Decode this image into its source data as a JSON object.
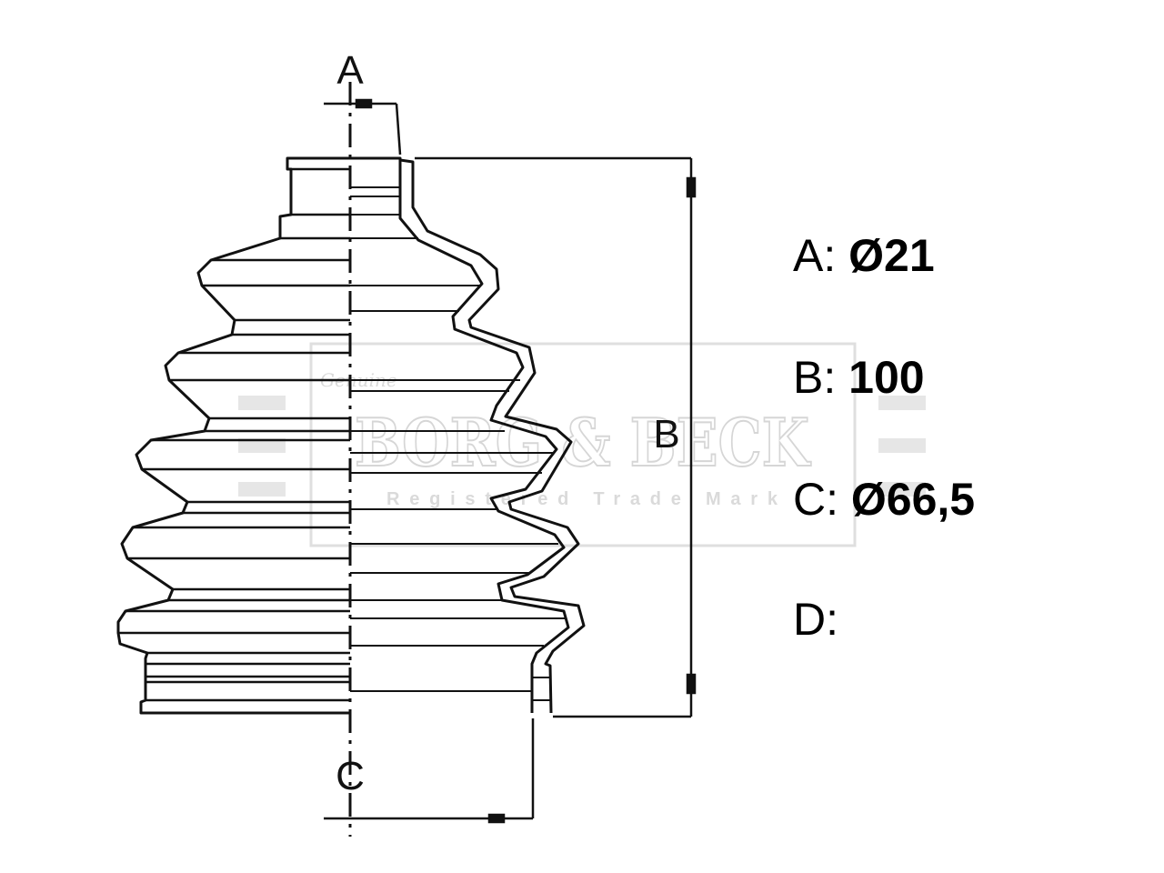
{
  "dimension_labels": {
    "a": "A",
    "b": "B",
    "c": "C"
  },
  "specs": [
    {
      "key": "A:",
      "value": "Ø21"
    },
    {
      "key": "B:",
      "value": "100"
    },
    {
      "key": "C:",
      "value": "Ø66,5"
    },
    {
      "key": "D:",
      "value": ""
    }
  ],
  "watermark": {
    "brand": "BORG & BECK",
    "tagline": "Registered Trade Mark",
    "script": "Genuine"
  },
  "colors": {
    "line": "#111111",
    "watermark": "#d9d9d9"
  }
}
